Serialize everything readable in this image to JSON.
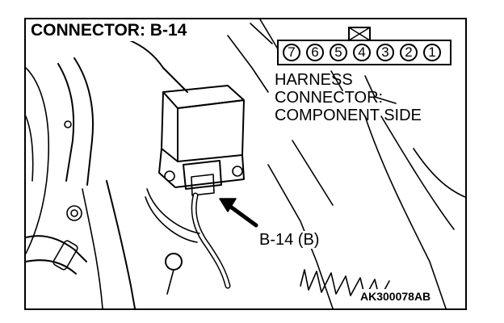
{
  "title": "CONNECTOR: B-14",
  "connector": {
    "pins": [
      "7",
      "6",
      "5",
      "4",
      "3",
      "2",
      "1"
    ],
    "label_lines": [
      "HARNESS",
      "CONNECTOR:",
      "COMPONENT SIDE"
    ]
  },
  "callout": "B-14 (B)",
  "figure_code": "AK300078AB",
  "colors": {
    "ink": "#000000",
    "paper": "#ffffff"
  }
}
